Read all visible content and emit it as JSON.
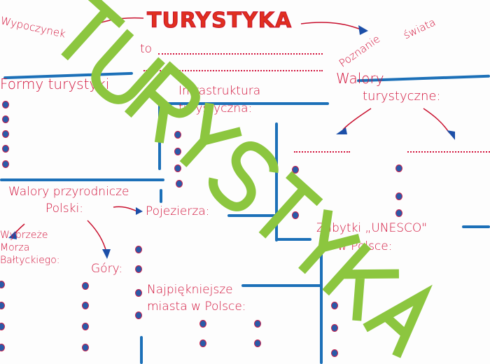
{
  "title": "TURYSTYKA",
  "branches": {
    "left": "Wypoczynek",
    "right_1": "Poznanie",
    "right_2": "świata"
  },
  "definition_prefix": "to",
  "sections": {
    "forms": "Formy turystyki",
    "infrastructure_1": "Infrastruktura",
    "infrastructure_2": "turystyczna:",
    "values_1": "Walory",
    "values_2": "turystyczne:",
    "natural_1": "Walory przyrodnicze",
    "natural_2": "Polski:",
    "lakes": "Pojezierza:",
    "coast_1": "Wybrzeże",
    "coast_2": "Morza",
    "coast_3": "Bałtyckiego:",
    "mountains": "Góry:",
    "unesco_1": "Zabytki „UNESCO\"",
    "unesco_2": "w Polsce:",
    "cities_1": "Najpiękniejsze",
    "cities_2": "miasta w Polsce:"
  },
  "watermark": "TURYSTYKA",
  "colors": {
    "ink_red": "#d2143c",
    "ink_blue": "#1c70b8",
    "watermark": "#8cc63f"
  }
}
